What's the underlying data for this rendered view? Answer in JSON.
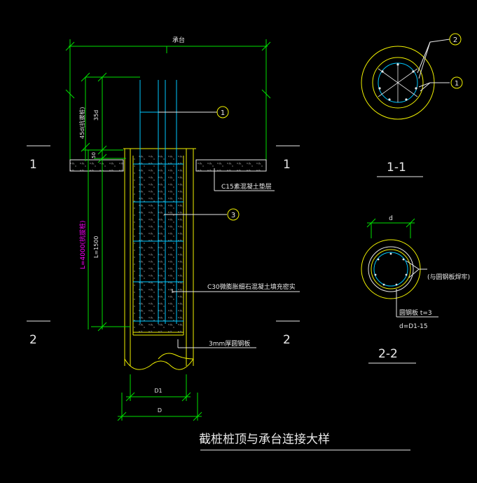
{
  "colors": {
    "background": "#000000",
    "yellow": "#f2f200",
    "green": "#00e000",
    "cyan": "#00c8ff",
    "white": "#e8e8e8",
    "magenta": "#ff00ff",
    "concrete": "#7a7a7a"
  },
  "labels": {
    "cap": "承台",
    "anchor_45d": "45d(抗拔桩)",
    "anchor_35d": "35d",
    "dim_50": "50",
    "len_main": "L=4000(抗拔桩)",
    "len_sub": "L=1500",
    "dim_d1": "D1",
    "dim_d": "D",
    "dim_small_d": "d",
    "section_1_left": "1",
    "section_1_right": "1",
    "section_2_left": "2",
    "section_2_right": "2",
    "section_1_title": "1-1",
    "section_2_title": "2-2",
    "c15": "C15素混凝土垫层",
    "c30": "C30微膨胀细石混凝土填充密实",
    "plate_3mm": "3mm厚圆钢板",
    "weld_note": "(与圆钢板焊牢)",
    "ring_plate": "圆钢板 t=3",
    "d_formula": "d=D1-15",
    "title": "截桩桩顶与承台连接大样"
  },
  "callouts": [
    "1",
    "3",
    "2",
    "1"
  ]
}
